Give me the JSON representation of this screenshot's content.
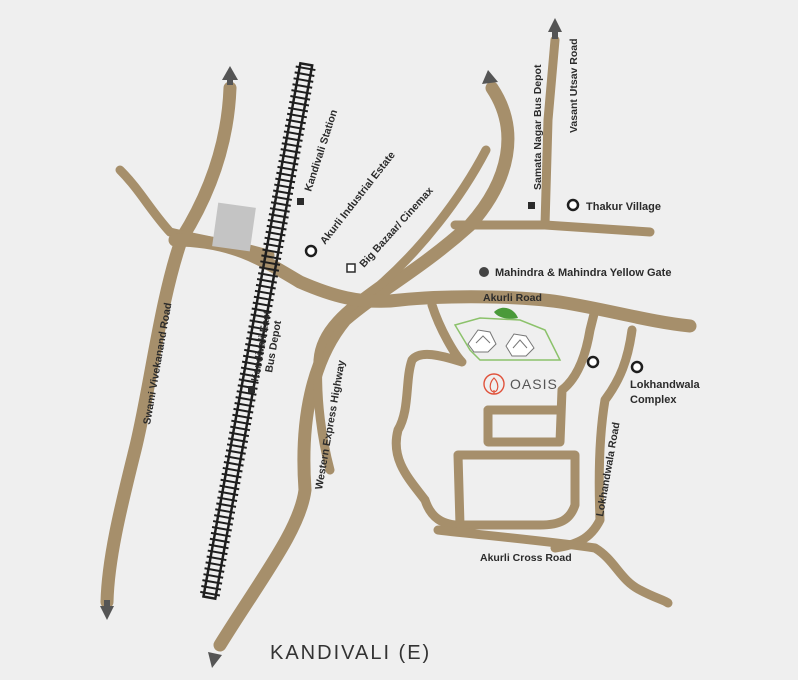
{
  "map": {
    "title": "KANDIVALI (E)",
    "project": {
      "name": "OASIS"
    },
    "roads": {
      "swami_vivekanand": "Swami Vivekanand Road",
      "western_express": "Western Express Highway",
      "akurli": "Akurli Road",
      "akurli_cross": "Akurli Cross Road",
      "lokhandwala": "Lokhandwala Road",
      "vasant_utsav": "Vasant Utsav Road"
    },
    "landmarks": {
      "kandivali_station": "Kandivali Station",
      "akurli_industrial": "Akurli Industrial Estate",
      "big_bazaar": "Big Bazaar/ Cinemax",
      "kandivali_east_depot_1": "Kandivali East",
      "kandivali_east_depot_2": "Bus Depot",
      "samata_nagar": "Samata Nagar Bus Depot",
      "thakur_village": "Thakur Village",
      "mahindra": "Mahindra & Mahindra Yellow Gate",
      "lokhandwala_complex_1": "Lokhandwala",
      "lokhandwala_complex_2": "Complex"
    },
    "colors": {
      "background": "#efefef",
      "road": "#a68f6b",
      "railway": "#1e1e1e",
      "project_outline": "#8cc26b",
      "project_accent": "#e0523b",
      "leaf": "#4a9a3a"
    }
  }
}
